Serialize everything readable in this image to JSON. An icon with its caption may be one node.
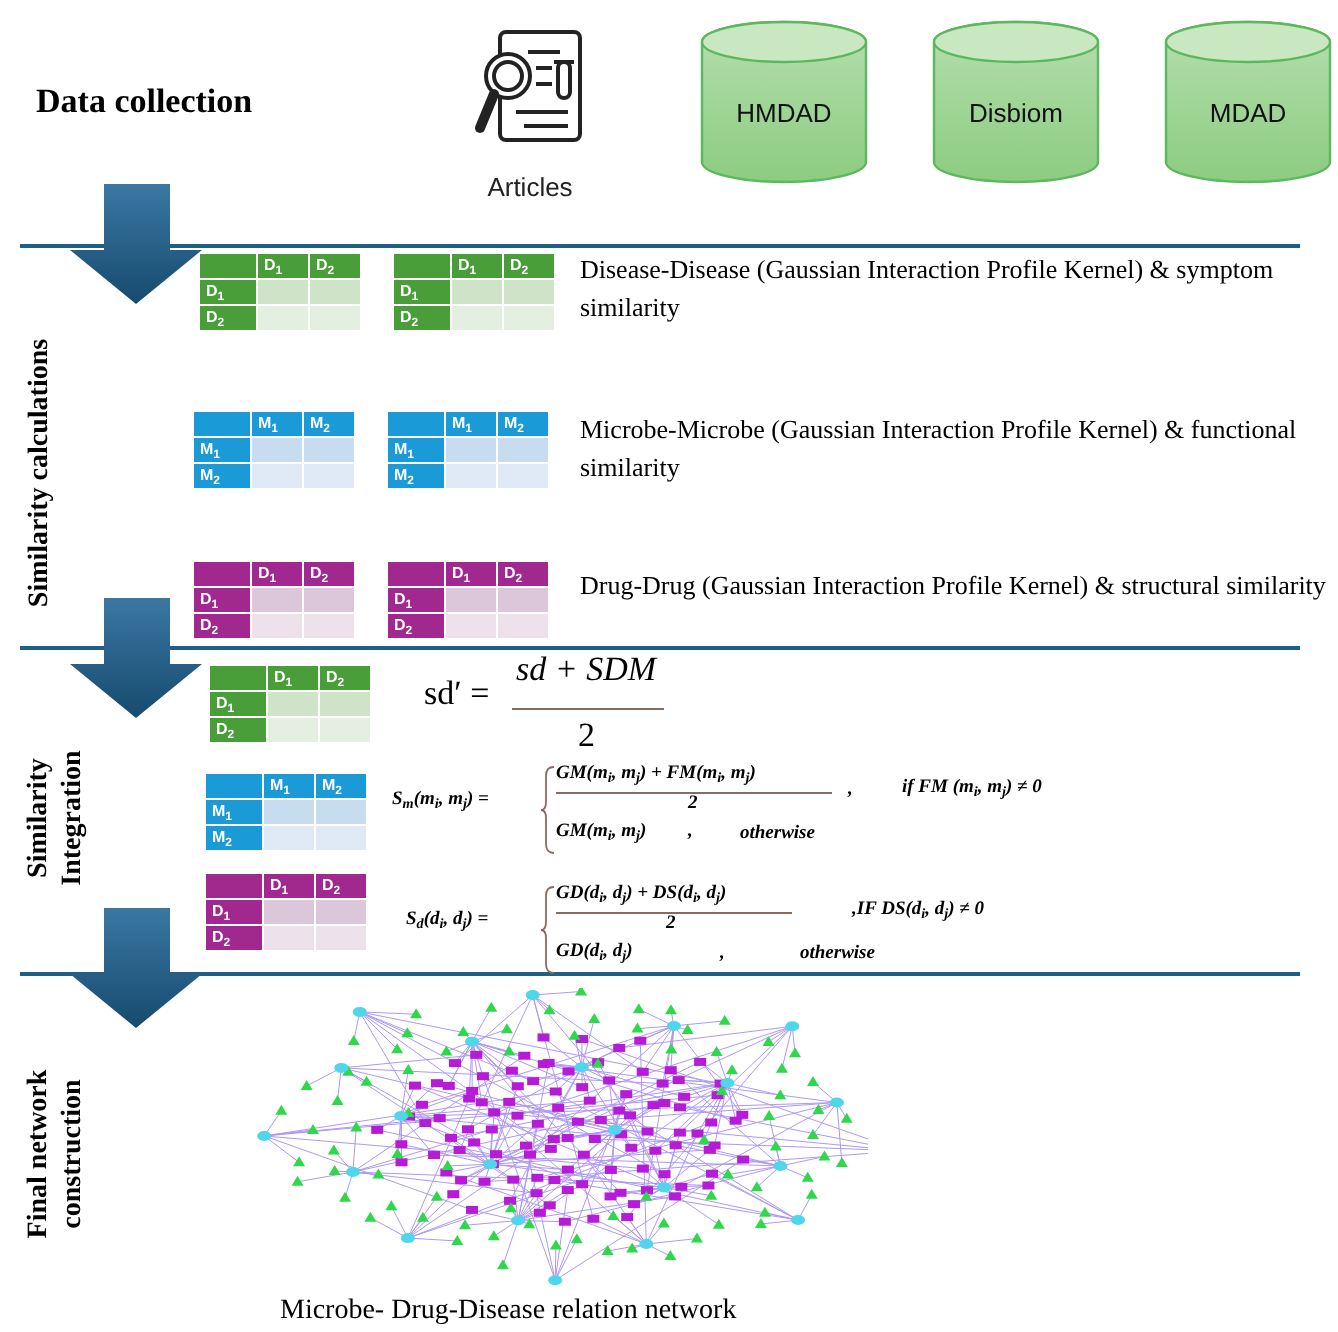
{
  "diagram": {
    "nodes": [
      {
        "text": [
          "Articles"
        ]
      },
      {
        "text": [
          "HMDAD"
        ]
      },
      {
        "text": [
          "Disbiom"
        ]
      },
      {
        "text": [
          "MDAD"
        ]
      }
    ],
    "labels": [
      "Data collection",
      "Similarity calculations",
      "D$_{1}$",
      "D$_{2}$",
      "D$_{1}$",
      "D$_{2}$",
      "D$_{1}$",
      "D$_{2}$",
      "D$_{1}$",
      "D$_{2}$",
      "Disease-Disease (Gaussian Interaction Profile Kernel) & symptom similarity",
      "M$_{1}$",
      "M$_{2}$",
      "M$_{1}$",
      "M$_{2}$",
      "M$_{1}$",
      "M$_{2}$",
      "M$_{1}$",
      "M$_{2}$",
      "Microbe-Microbe (Gaussian Interaction Profile Kernel) & functional similarity",
      "D$_{1}$",
      "D$_{2}$",
      "D$_{1}$",
      "D$_{2}$",
      "D$_{1}$",
      "D$_{2}$",
      "D$_{1}$",
      "D$_{2}$",
      "Drug-Drug (Gaussian Interaction Profile Kernel) & structural similarity",
      "Similarity Integration",
      "D$_{1}$",
      "D$_{2}$",
      "D$_{1}$",
      "D$_{2}$",
      "sd′ =",
      "sd + SDM",
      "2",
      "M$_{1}$",
      "M$_{2}$",
      "M$_{1}$",
      "M$_{2}$",
      "S$_{m}$(m$_{i}$, m$_{j}$) =",
      "GM(m$_{i}$, m$_{j}$) + FM(m$_{i}$, m$_{j}$)",
      "2",
      ",",
      "if FM (m$_{i}$, m$_{j}$) ≠ 0",
      "GM(m$_{i}$, m$_{j}$)",
      ",",
      "otherwise",
      "D$_{1}$",
      "D$_{2}$",
      "D$_{1}$",
      "D$_{2}$",
      "S$_{d}$(d$_{i}$, d$_{j}$) =",
      "GD(d$_{i}$, d$_{j}$) + DS(d$_{i}$, d$_{j}$)",
      "2",
      ",IF DS(d$_{i}$, d$_{j}$) ≠ 0",
      "GD(d$_{i}$, d$_{j}$)",
      ",",
      "otherwise",
      "Final network construction",
      "Microbe- Drug-Disease relation network"
    ]
  }
}
